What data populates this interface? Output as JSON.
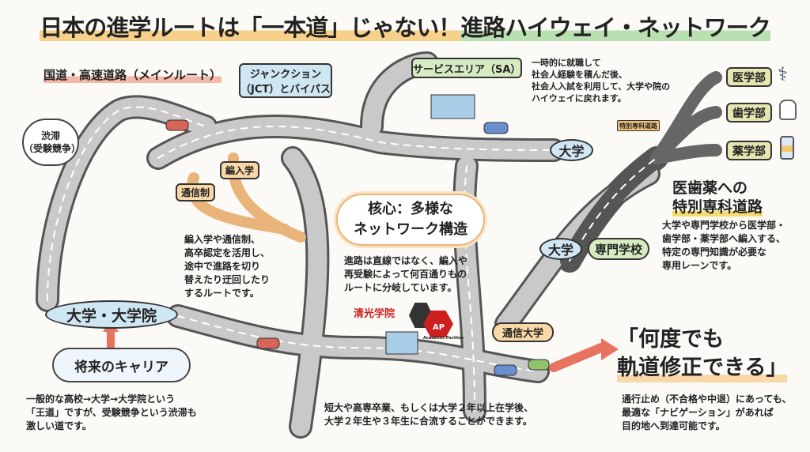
{
  "title": {
    "part1": "日本の進学ルートは「一本道」じゃない！",
    "part2": "進路ハイウェイ・ネットワーク"
  },
  "main_route_label": "国道・高速道路（メインルート）",
  "jct_box": {
    "line1": "ジャンクション",
    "line2": "（JCT）とバイパス"
  },
  "service_area": {
    "label": "サービスエリア（SA）",
    "description": [
      "一時的に就職して",
      "社会人経験を積んだ後、",
      "社会人入試を利用して、大学や院の",
      "ハイウェイに戻れます。"
    ]
  },
  "faculties": [
    {
      "label": "医学部",
      "icon": "stethoscope-icon"
    },
    {
      "label": "歯学部",
      "icon": "tooth-icon"
    },
    {
      "label": "薬学部",
      "icon": "medicine-bottle-icon"
    }
  ],
  "special_road": {
    "sign": "特別専科道路",
    "heading1": "医歯薬への",
    "heading2": "特別専科道路",
    "description": [
      "大学や専門学校から医学部・",
      "歯学部・薬学部へ編入する、",
      "特定の専門知識が必要な",
      "専用レーンです。"
    ]
  },
  "nodes": {
    "university_top": "大学",
    "university_mid": "大学",
    "vocational": "専門学校",
    "correspondence_univ": "通信大学",
    "univ_grad": "大学・大学院"
  },
  "congestion": {
    "line1": "渋滞",
    "line2": "（受験競争）"
  },
  "bypass_labels": {
    "correspondence": "通信制",
    "transfer": "編入学"
  },
  "bypass_description": [
    "編入学や通信制、",
    "高卒認定を活用し、",
    "途中で進路を切り",
    "替えたり迂回したり",
    "するルートです。"
  ],
  "core": {
    "line1": "核心：多様な",
    "line2": "ネットワーク構造",
    "description": [
      "進路は直線ではなく、編入や",
      "再受験によって何百通りもの",
      "ルートに分岐しています。"
    ]
  },
  "logo": {
    "name": "清光学院",
    "mark": "AP",
    "sub": "Academic Pavilion",
    "colors": {
      "dark": "#333333",
      "red": "#cc1f1f"
    }
  },
  "career": "将来のキャリア",
  "main_route_description": [
    "一般的な高校→大学→大学院という",
    "「王道」ですが、受験競争という渋滞も",
    "激しい道です。"
  ],
  "merge_description": [
    "短大や高専卒業、もしくは大学２年以上在学後、",
    "大学２年生や３年生に合流することができます。"
  ],
  "correction": {
    "line1": "「何度でも",
    "line2": "軌道修正できる」",
    "description": [
      "通行止め（不合格や中退）にあっても、",
      "最適な「ナビゲーション」があれば",
      "目的地へ到達可能です。"
    ]
  }
}
